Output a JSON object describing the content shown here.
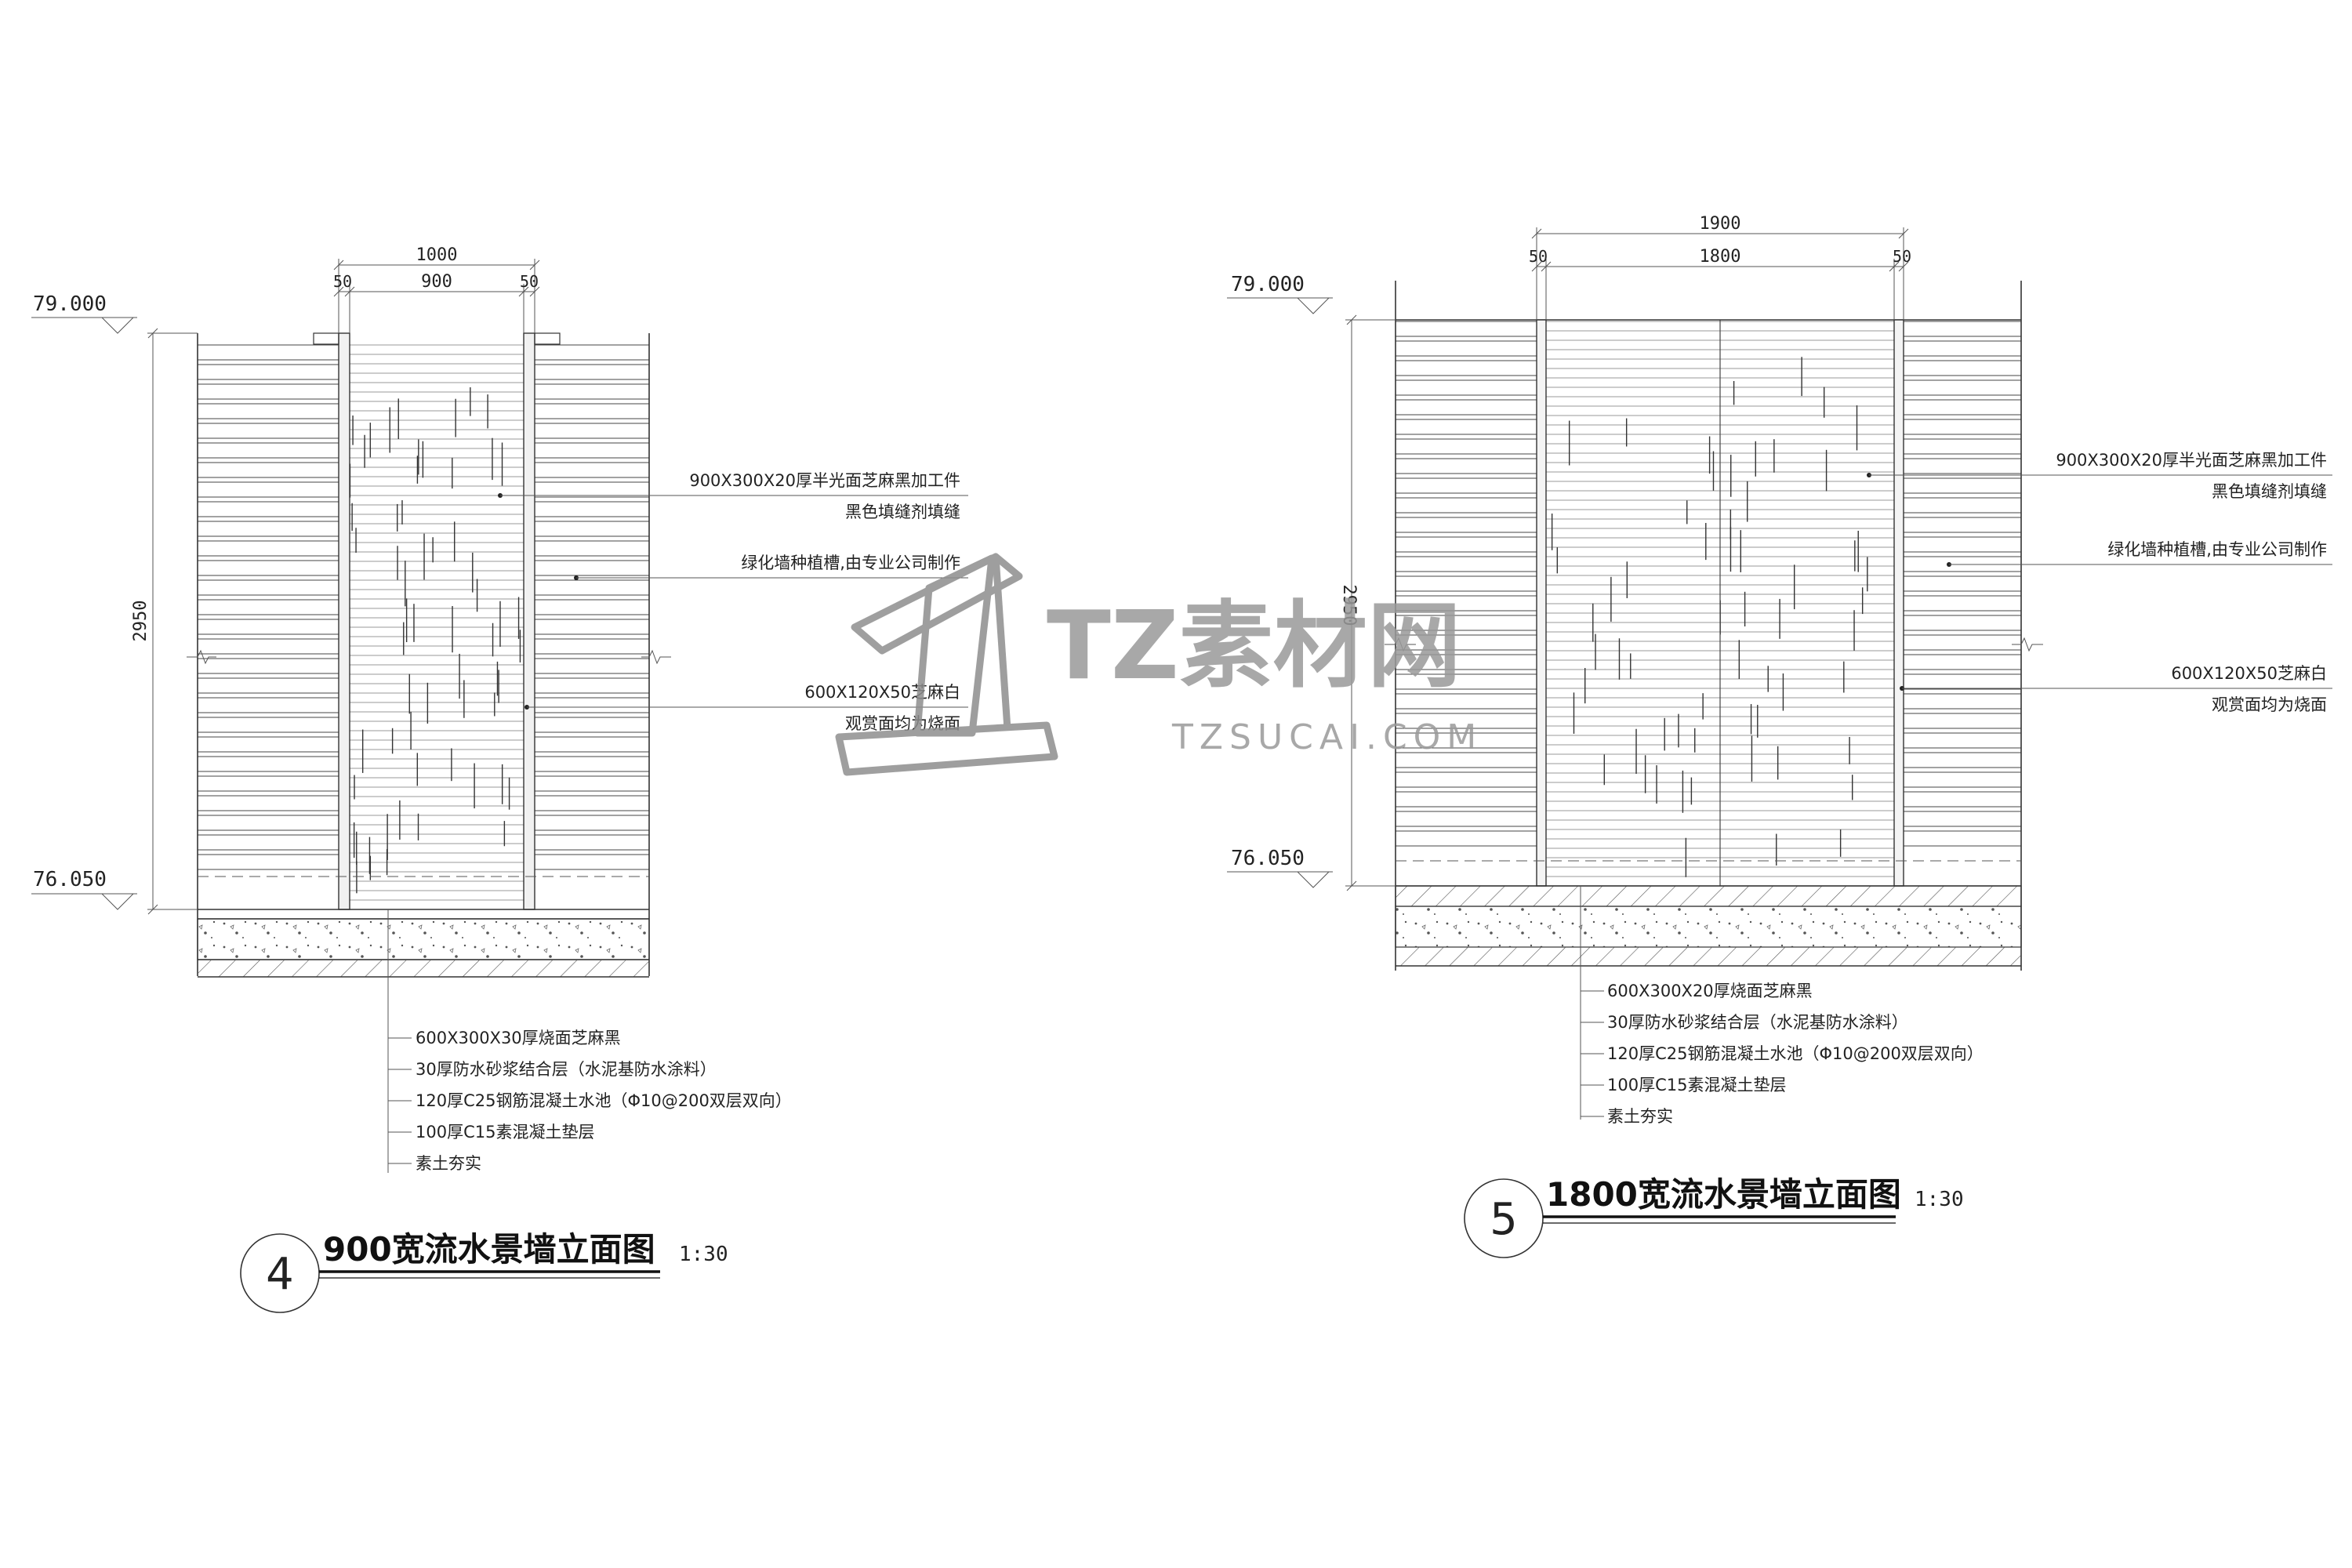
{
  "drawings": [
    {
      "id": "d4",
      "number": "4",
      "title": "900宽流水景墙立面图",
      "scale": "1:30",
      "top_level": "79.000",
      "bottom_level": "76.050",
      "height_dim": "2950",
      "overall_width_dim": "1000",
      "inner_width_dim": "900",
      "edge_dim_left": "50",
      "edge_dim_right": "50",
      "callouts": [
        {
          "line1": "900X300X20厚半光面芝麻黑加工件",
          "line2": "黑色填缝剂填缝"
        },
        {
          "line1": "绿化墙种植槽,由专业公司制作",
          "line2": ""
        },
        {
          "line1": "600X120X50芝麻白",
          "line2": "观赏面均为烧面"
        }
      ],
      "layers": [
        "600X300X30厚烧面芝麻黑",
        "30厚防水砂浆结合层（水泥基防水涂料）",
        "120厚C25钢筋混凝土水池（Φ10@200双层双向）",
        "100厚C15素混凝土垫层",
        "素土夯实"
      ]
    },
    {
      "id": "d5",
      "number": "5",
      "title": "1800宽流水景墙立面图",
      "scale": "1:30",
      "top_level": "79.000",
      "bottom_level": "76.050",
      "height_dim": "2950",
      "overall_width_dim": "1900",
      "inner_width_dim": "1800",
      "edge_dim_left": "50",
      "edge_dim_right": "50",
      "callouts": [
        {
          "line1": "900X300X20厚半光面芝麻黑加工件",
          "line2": "黑色填缝剂填缝"
        },
        {
          "line1": "绿化墙种植槽,由专业公司制作",
          "line2": ""
        },
        {
          "line1": "600X120X50芝麻白",
          "line2": "观赏面均为烧面"
        }
      ],
      "layers": [
        "600X300X20厚烧面芝麻黑",
        "30厚防水砂浆结合层（水泥基防水涂料）",
        "120厚C25钢筋混凝土水池（Φ10@200双层双向）",
        "100厚C15素混凝土垫层",
        "素土夯实"
      ]
    }
  ],
  "watermark": {
    "brand": "TZ素材网",
    "url": "TZSUCAI.COM"
  }
}
